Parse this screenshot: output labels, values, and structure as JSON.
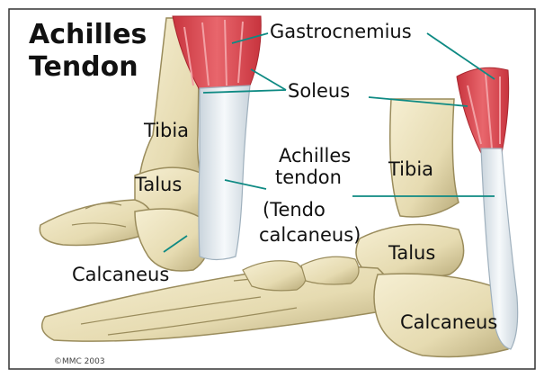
{
  "title": {
    "line1": "Achilles",
    "line2": "Tendon"
  },
  "labels": {
    "gastrocnemius": "Gastrocnemius",
    "soleus": "Soleus",
    "tibia_left": "Tibia",
    "talus_left": "Talus",
    "calcaneus_left": "Calcaneus",
    "achilles_line1": "Achilles",
    "achilles_line2": "tendon",
    "achilles_line3": "(Tendo",
    "achilles_line4": "calcaneus)",
    "tibia_right": "Tibia",
    "talus_right": "Talus",
    "calcaneus_right": "Calcaneus"
  },
  "copyright": "©MMC 2003",
  "colors": {
    "bone": "#e9dfb8",
    "bone_shadow": "#b9ab7a",
    "muscle": "#d9464f",
    "muscle_light": "#ee9ea0",
    "tendon": "#e8eef2",
    "leader": "#0e8a83"
  }
}
